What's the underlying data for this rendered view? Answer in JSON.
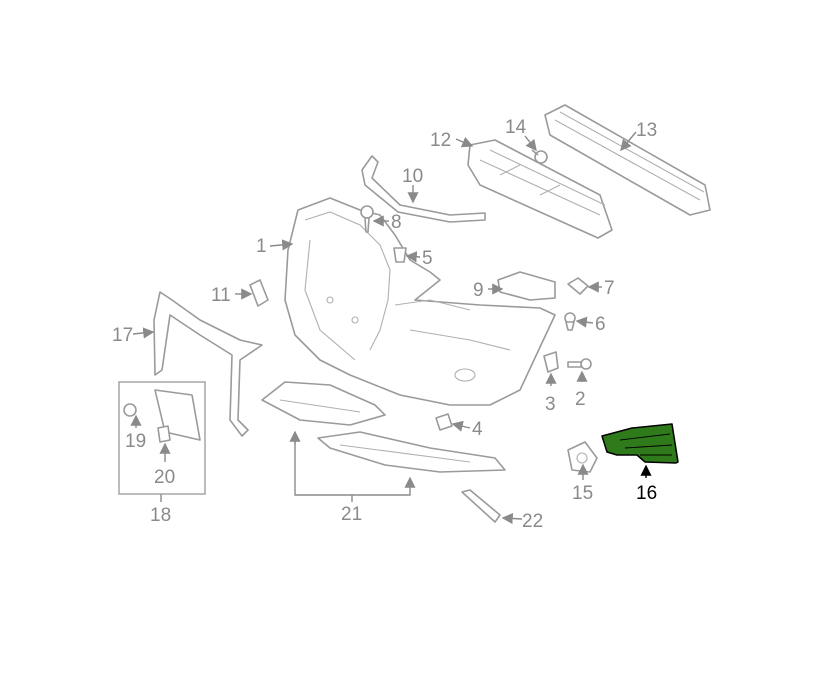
{
  "diagram": {
    "title": "Front bumper parts diagram",
    "highlight_color": "#2f7a1a",
    "callouts": [
      "1",
      "2",
      "3",
      "4",
      "5",
      "6",
      "7",
      "8",
      "9",
      "10",
      "11",
      "12",
      "13",
      "14",
      "15",
      "16",
      "17",
      "18",
      "19",
      "20",
      "21",
      "22"
    ],
    "highlighted_part": "16"
  }
}
